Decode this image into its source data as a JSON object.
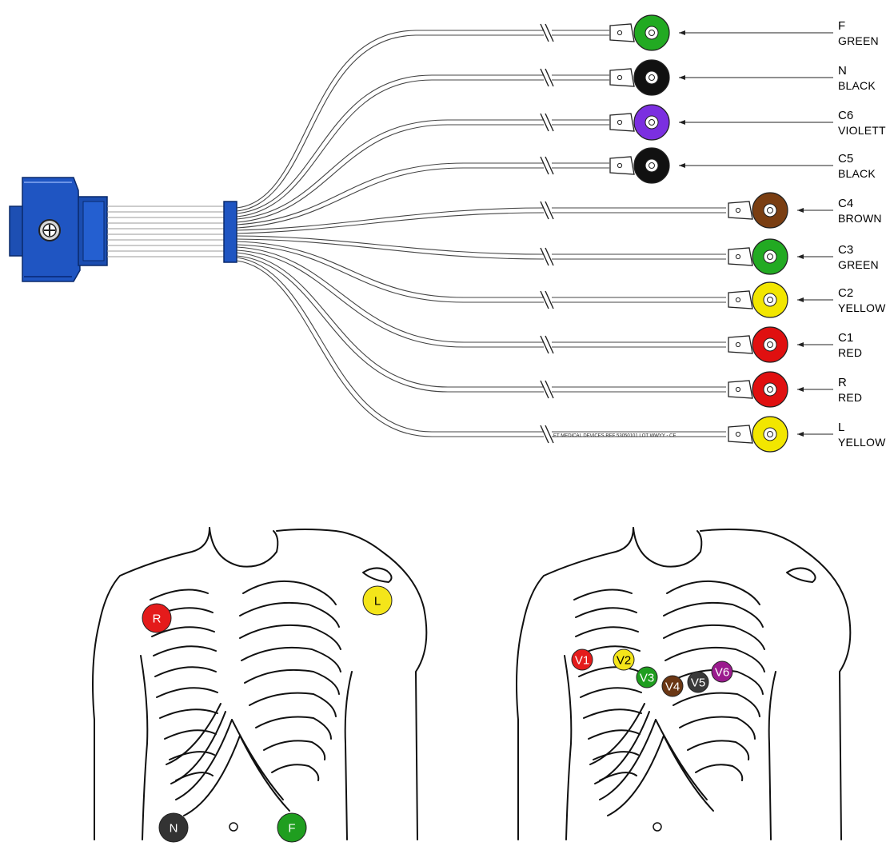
{
  "cable": {
    "imprint": "ET MEDICAL DEVICES REF 53050101 LOT WWYY - CE",
    "leads": [
      {
        "code": "F",
        "color_name": "GREEN",
        "color": "#22aa22"
      },
      {
        "code": "N",
        "color_name": "BLACK",
        "color": "#111111"
      },
      {
        "code": "C6",
        "color_name": "VIOLETT",
        "color": "#7b2fe0"
      },
      {
        "code": "C5",
        "color_name": "BLACK",
        "color": "#111111"
      },
      {
        "code": "C4",
        "color_name": "BROWN",
        "color": "#7a3e12"
      },
      {
        "code": "C3",
        "color_name": "GREEN",
        "color": "#22aa22"
      },
      {
        "code": "C2",
        "color_name": "YELLOW",
        "color": "#f2e600"
      },
      {
        "code": "C1",
        "color_name": "RED",
        "color": "#e01010"
      },
      {
        "code": "R",
        "color_name": "RED",
        "color": "#e01010"
      },
      {
        "code": "L",
        "color_name": "YELLOW",
        "color": "#f2e600"
      }
    ]
  },
  "limb_diagram": {
    "electrodes": [
      {
        "label": "R",
        "color": "#e41b1b"
      },
      {
        "label": "L",
        "color": "#f4e51a"
      },
      {
        "label": "N",
        "color": "#333333"
      },
      {
        "label": "F",
        "color": "#1f9e1f"
      }
    ]
  },
  "chest_diagram": {
    "electrodes": [
      {
        "label": "V1",
        "color": "#e41b1b"
      },
      {
        "label": "V2",
        "color": "#f4e51a"
      },
      {
        "label": "V3",
        "color": "#1f9e1f"
      },
      {
        "label": "V4",
        "color": "#6b3714"
      },
      {
        "label": "V5",
        "color": "#3a3a3a"
      },
      {
        "label": "V6",
        "color": "#9b1a8e"
      }
    ]
  }
}
